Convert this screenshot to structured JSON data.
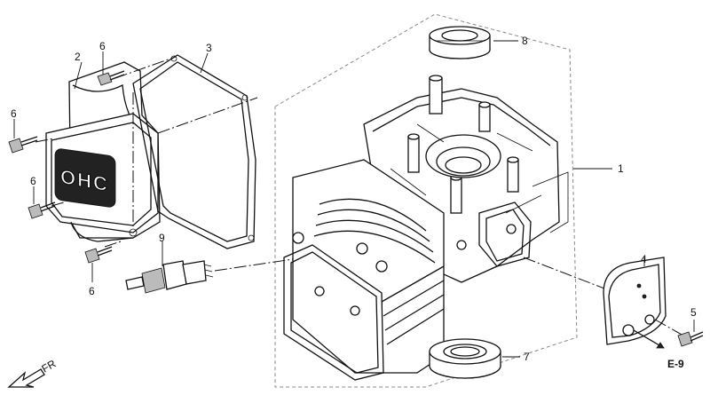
{
  "callouts": [
    {
      "id": "p1",
      "label": "1"
    },
    {
      "id": "p2",
      "label": "2"
    },
    {
      "id": "p3",
      "label": "3"
    },
    {
      "id": "p4",
      "label": "4"
    },
    {
      "id": "p5",
      "label": "5"
    },
    {
      "id": "p6a",
      "label": "6"
    },
    {
      "id": "p6b",
      "label": "6"
    },
    {
      "id": "p6c",
      "label": "6"
    },
    {
      "id": "p6d",
      "label": "6"
    },
    {
      "id": "p7",
      "label": "7"
    },
    {
      "id": "p8",
      "label": "8"
    },
    {
      "id": "p9",
      "label": "9"
    }
  ],
  "cover_emblem": "OHC",
  "reference": "E-9",
  "direction": {
    "label": "FR",
    "icon": "arrow-front-icon"
  }
}
